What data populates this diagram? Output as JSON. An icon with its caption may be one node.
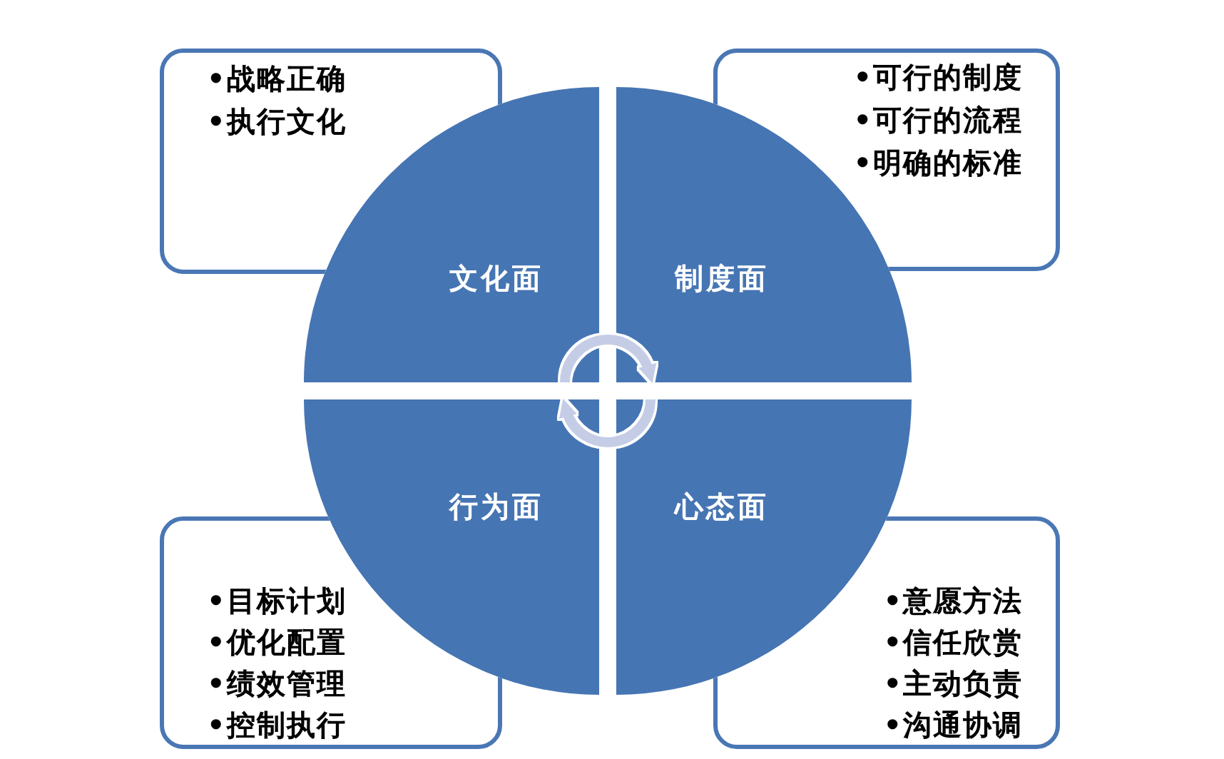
{
  "diagram": {
    "nodes": [
      {
        "text": [
          "•战略正确",
          "•执行文化"
        ]
      },
      {
        "text": [
          "•可行的制度",
          "•可行的流程",
          "•明确的标准"
        ]
      },
      {
        "text": [
          "文化面"
        ]
      },
      {
        "text": [
          "制度面"
        ]
      },
      {
        "text": [
          "行为面"
        ]
      },
      {
        "text": [
          "心态面"
        ]
      },
      {
        "text": [
          "•目标计划",
          "•优化配置",
          "•绩效管理",
          "•控制执行"
        ]
      },
      {
        "text": [
          "•意愿方法",
          "•信任欣赏",
          "•主动负责",
          "•沟通协调"
        ]
      }
    ],
    "edges": [
      {
        "from": 2,
        "to": 3,
        "arrow": "to"
      },
      {
        "from": 5,
        "to": 4,
        "arrow": "to"
      }
    ]
  }
}
